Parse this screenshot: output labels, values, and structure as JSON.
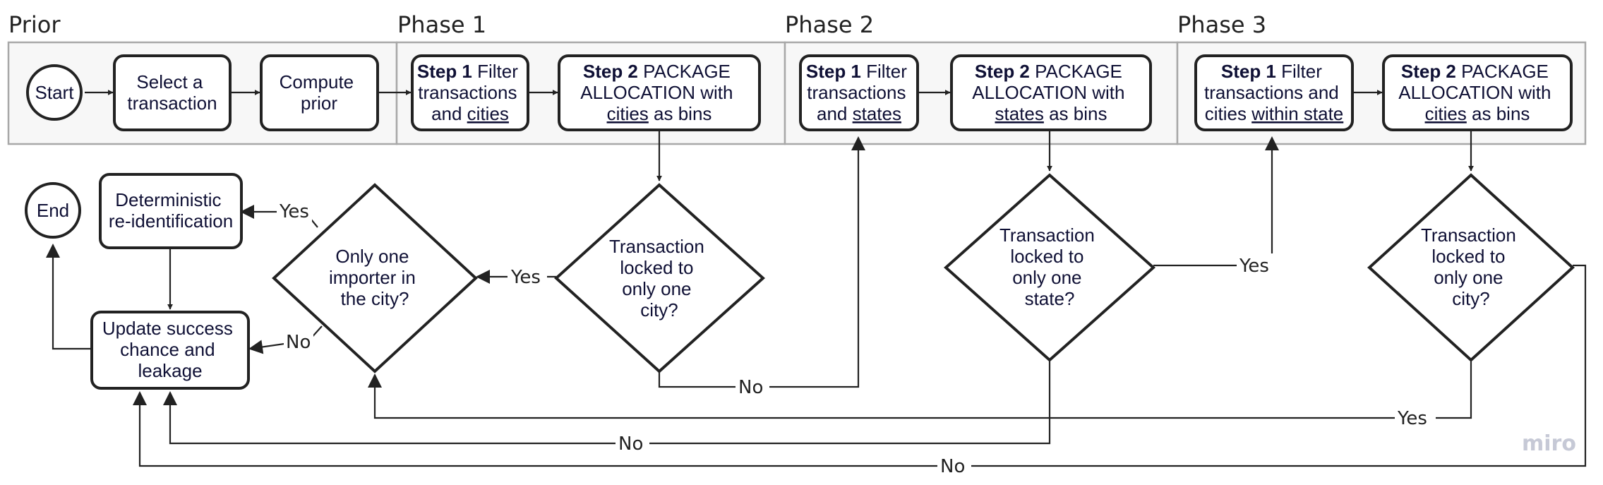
{
  "phases": {
    "prior": "Prior",
    "phase1": "Phase 1",
    "phase2": "Phase 2",
    "phase3": "Phase 3"
  },
  "nodes": {
    "start": "Start",
    "end": "End",
    "select_transaction": [
      "Select a",
      "transaction"
    ],
    "compute_prior": [
      "Compute",
      "prior"
    ],
    "p1_step1": {
      "bold": "Step 1",
      "line1_rest": " Filter",
      "line2": "transactions",
      "line3_pre": "and ",
      "line3_u": "cities",
      "line3_post": ""
    },
    "p1_step2": {
      "bold": "Step 2",
      "line1_rest": " PACKAGE",
      "line2": "ALLOCATION with",
      "line3_pre": "",
      "line3_u": "cities",
      "line3_post": " as bins"
    },
    "p2_step1": {
      "bold": "Step 1",
      "line1_rest": " Filter",
      "line2": "transactions",
      "line3_pre": "and ",
      "line3_u": "states",
      "line3_post": ""
    },
    "p2_step2": {
      "bold": "Step 2",
      "line1_rest": " PACKAGE",
      "line2": "ALLOCATION with",
      "line3_pre": "",
      "line3_u": "states",
      "line3_post": " as bins"
    },
    "p3_step1": {
      "bold": "Step 1",
      "line1_rest": " Filter",
      "line2": "transactions and",
      "line3_pre": "cities ",
      "line3_u": "within state",
      "line3_post": ""
    },
    "p3_step2": {
      "bold": "Step 2",
      "line1_rest": " PACKAGE",
      "line2": "ALLOCATION with",
      "line3_pre": "",
      "line3_u": "cities",
      "line3_post": " as bins"
    },
    "deterministic": [
      "Deterministic",
      "re-identification"
    ],
    "update_success": [
      "Update success",
      "chance and",
      "leakage"
    ],
    "only_one_importer": [
      "Only one",
      "importer in",
      "the city?"
    ],
    "p1_decision": [
      "Transaction",
      "locked to",
      "only one",
      "city?"
    ],
    "p2_decision": [
      "Transaction",
      "locked to",
      "only one",
      "state?"
    ],
    "p3_decision": [
      "Transaction",
      "locked to",
      "only one",
      "city?"
    ]
  },
  "edge_labels": {
    "yes": "Yes",
    "no": "No"
  },
  "watermark": "miro"
}
